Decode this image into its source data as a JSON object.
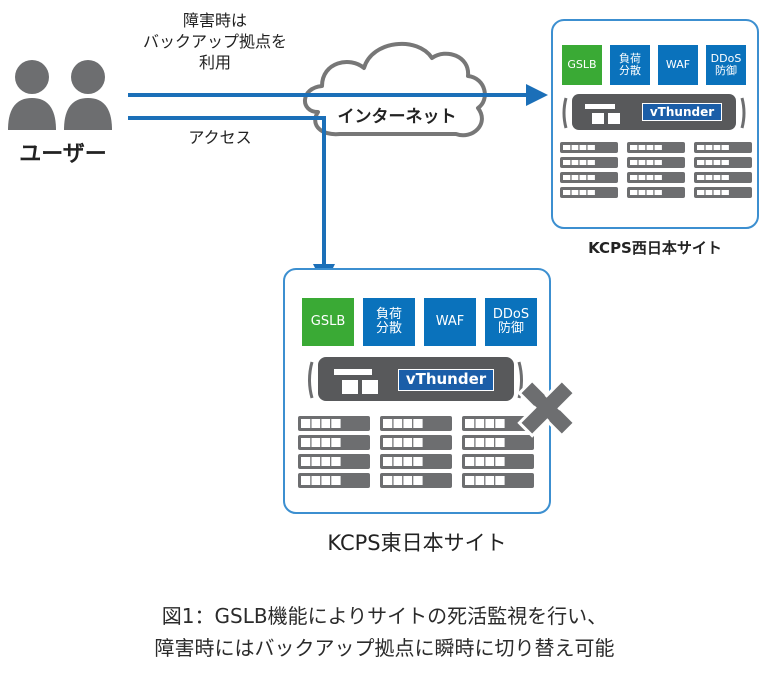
{
  "users": {
    "label": "ユーザー",
    "failover_text": "障害時は\nバックアップ拠点を\n利用",
    "access_text": "アクセス"
  },
  "internet": {
    "label": "インターネット"
  },
  "sites": {
    "west": {
      "caption": "KCPS西日本サイト",
      "services": [
        "GSLB",
        "負荷\n分散",
        "WAF",
        "DDoS\n防御"
      ],
      "appliance": "vThunder"
    },
    "east": {
      "caption": "KCPS東日本サイト",
      "services": [
        "GSLB",
        "負荷\n分散",
        "WAF",
        "DDoS\n防御"
      ],
      "appliance": "vThunder"
    }
  },
  "figure_caption": {
    "line1": "図1：GSLB機能によりサイトの死活監視を行い、",
    "line2": "障害時にはバックアップ拠点に瞬時に切り替え可能"
  },
  "colors": {
    "arrow": "#1b6fb8",
    "gslb": "#3aaa35",
    "service_blue": "#0a72bc",
    "site_border": "#3c8fd0",
    "server_gray": "#6d6e70",
    "user_gray": "#6d6e70"
  }
}
